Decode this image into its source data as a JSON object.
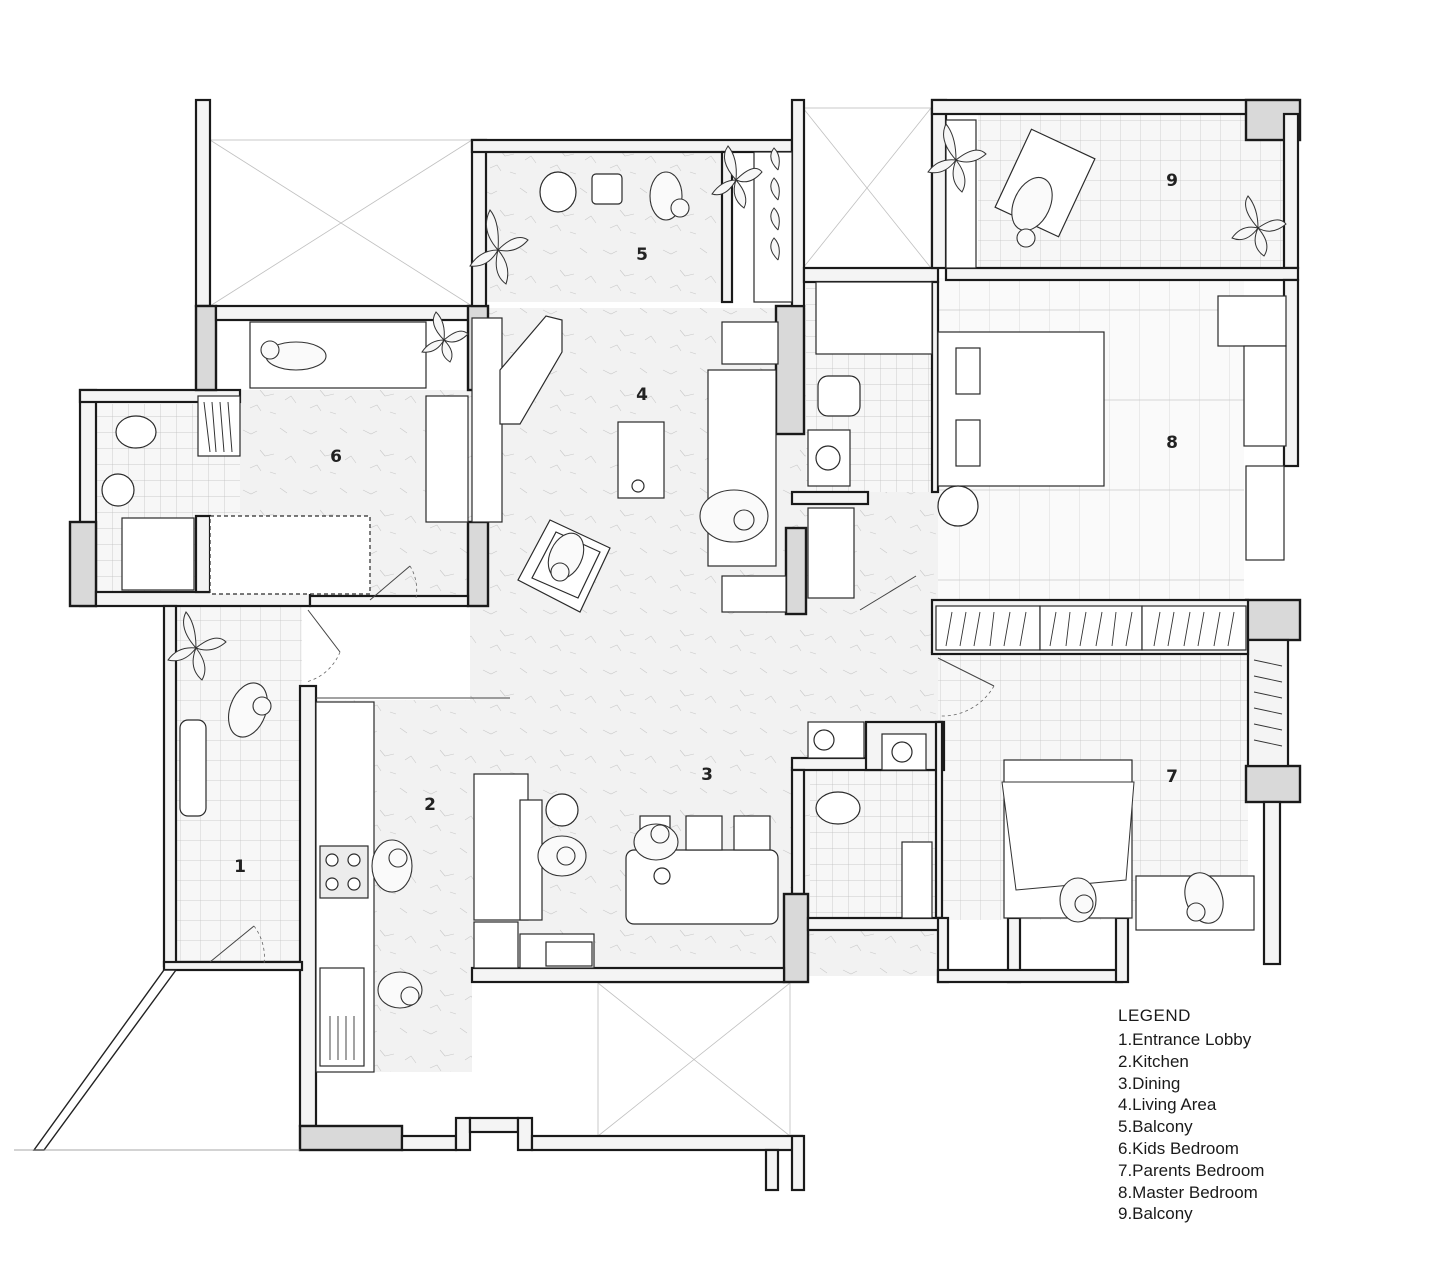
{
  "rooms": {
    "r1": "1",
    "r2": "2",
    "r3": "3",
    "r4": "4",
    "r5": "5",
    "r6": "6",
    "r7": "7",
    "r8": "8",
    "r9": "9"
  },
  "legend": {
    "title": "LEGEND",
    "items": [
      "1.Entrance Lobby",
      "2.Kitchen",
      "3.Dining",
      "4.Living Area",
      "5.Balcony",
      "6.Kids Bedroom",
      "7.Parents Bedroom",
      "8.Master Bedroom",
      "9.Balcony"
    ]
  }
}
